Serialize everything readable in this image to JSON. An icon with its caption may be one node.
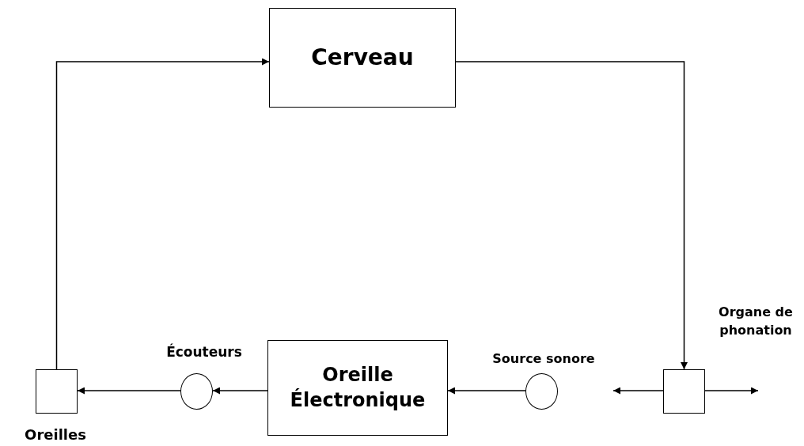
{
  "diagram": {
    "nodes": [
      {
        "text": [
          "Cerveau"
        ]
      },
      {
        "text": [
          "Oreille Électronique"
        ]
      },
      {
        "text": [
          "Oreilles"
        ]
      },
      {
        "text": [
          "Écouteurs"
        ]
      },
      {
        "text": [
          "Source sonore"
        ]
      },
      {
        "text": [
          "Organe de phonation"
        ]
      }
    ],
    "edges": [
      {
        "from": 0,
        "to": 5,
        "arrow": "to"
      },
      {
        "from": 2,
        "to": 0,
        "arrow": "to"
      },
      {
        "from": 1,
        "to": 3,
        "arrow": "to"
      },
      {
        "from": 3,
        "to": 2,
        "arrow": "to"
      },
      {
        "from": 4,
        "to": 1,
        "arrow": "to"
      },
      {
        "from": 5,
        "to": null,
        "arrow": "to"
      },
      {
        "from": 5,
        "to": null,
        "arrow": "to"
      }
    ]
  }
}
